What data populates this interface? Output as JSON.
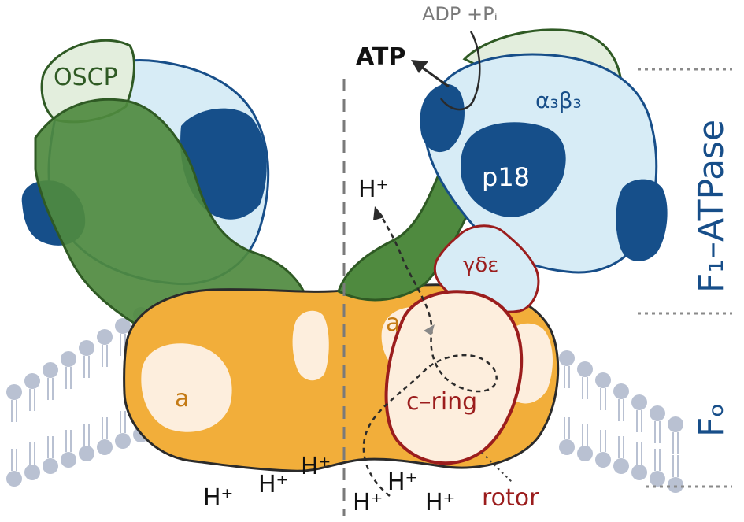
{
  "labels": {
    "oscp": "OSCP",
    "alpha_beta": "α₃β₃",
    "p18": "p18",
    "gamma_delta_epsilon": "γδε",
    "a_left": "a",
    "a_right": "a",
    "c_ring": "c–ring",
    "rotor": "rotor",
    "atp": "ATP",
    "adp_pi": "ADP +Pᵢ",
    "h_plus": "H⁺",
    "f1_atpase": "F₁–ATPase",
    "fo": "Fₒ"
  },
  "colors": {
    "membrane_lipid": "#b9c1d2",
    "a_subunit": "#f2ae3a",
    "a_subunit_light": "#fdeedd",
    "peripheral_stalk": "#4f8a3f",
    "oscp": "#e3eedd",
    "f1_body": "#d7ecf6",
    "f1_dark": "#164f8a",
    "rotor_red": "#9b1d1d",
    "label_blue": "#174e89",
    "label_orange": "#c47a14"
  }
}
